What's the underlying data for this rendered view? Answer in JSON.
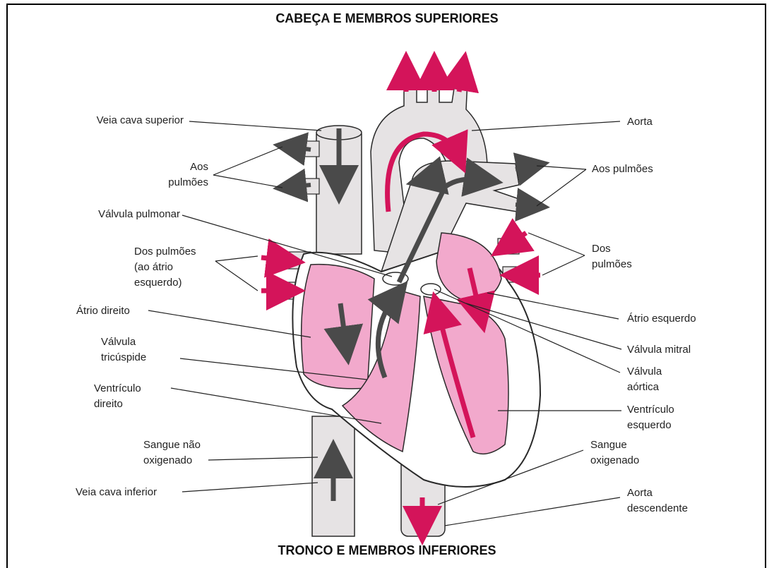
{
  "titles": {
    "top": "CABEÇA E MEMBROS SUPERIORES",
    "bottom": "TRONCO E MEMBROS INFERIORES"
  },
  "labels": {
    "veia_cava_superior": "Veia cava superior",
    "aos_pulmoes_left_1": "Aos",
    "aos_pulmoes_left_2": "pulmões",
    "valvula_pulmonar": "Válvula pulmonar",
    "dos_pulmoes_left_1": "Dos pulmões",
    "dos_pulmoes_left_2": "(ao átrio",
    "dos_pulmoes_left_3": "esquerdo)",
    "atrio_direito": "Átrio direito",
    "valvula_tricuspide_1": "Válvula",
    "valvula_tricuspide_2": "tricúspide",
    "ventriculo_direito_1": "Ventrículo",
    "ventriculo_direito_2": "direito",
    "sangue_nao_oxigenado_1": "Sangue não",
    "sangue_nao_oxigenado_2": "oxigenado",
    "veia_cava_inferior": "Veia cava inferior",
    "aorta": "Aorta",
    "aos_pulmoes_right": "Aos pulmões",
    "dos_pulmoes_right_1": "Dos",
    "dos_pulmoes_right_2": "pulmões",
    "atrio_esquerdo": "Átrio esquerdo",
    "valvula_mitral": "Válvula mitral",
    "valvula_aortica_1": "Válvula",
    "valvula_aortica_2": "aórtica",
    "ventriculo_esquerdo_1": "Ventrículo",
    "ventriculo_esquerdo_2": "esquerdo",
    "sangue_oxigenado_1": "Sangue",
    "sangue_oxigenado_2": "oxigenado",
    "aorta_descendente_1": "Aorta",
    "aorta_descendente_2": "descendente"
  },
  "colors": {
    "vessel": "#e6e3e4",
    "chamber_pink": "#f2a9cc",
    "arrow_pink": "#d4145a",
    "arrow_dark": "#4a4a4a",
    "outline": "#2a2a2a"
  }
}
